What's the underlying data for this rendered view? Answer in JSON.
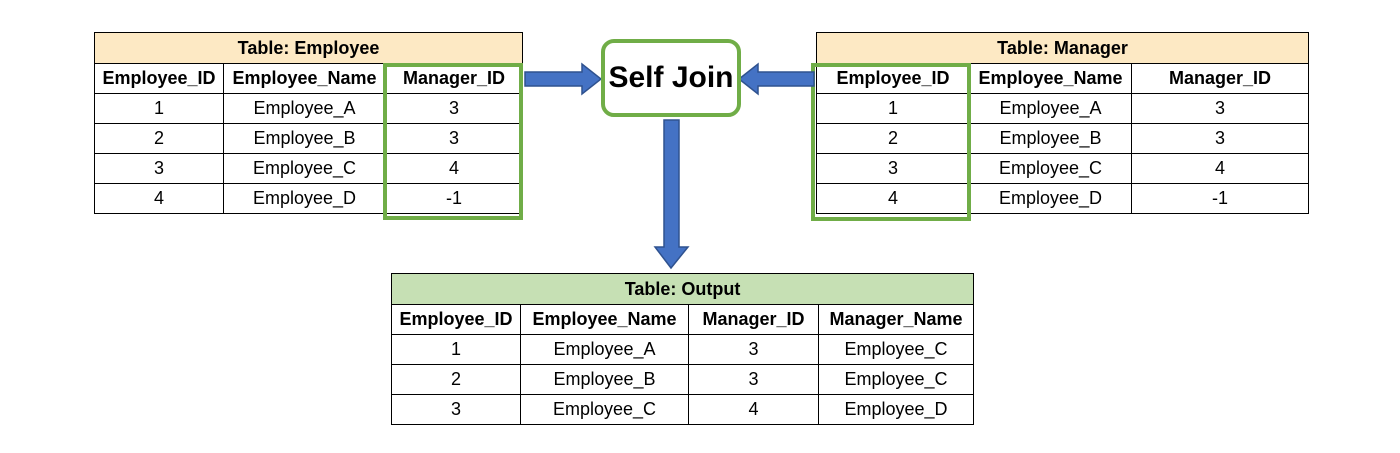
{
  "employee_table": {
    "title": "Table: Employee",
    "headers": [
      "Employee_ID",
      "Employee_Name",
      "Manager_ID"
    ],
    "rows": [
      [
        "1",
        "Employee_A",
        "3"
      ],
      [
        "2",
        "Employee_B",
        "3"
      ],
      [
        "3",
        "Employee_C",
        "4"
      ],
      [
        "4",
        "Employee_D",
        "-1"
      ]
    ]
  },
  "manager_table": {
    "title": "Table: Manager",
    "headers": [
      "Employee_ID",
      "Employee_Name",
      "Manager_ID"
    ],
    "rows": [
      [
        "1",
        "Employee_A",
        "3"
      ],
      [
        "2",
        "Employee_B",
        "3"
      ],
      [
        "3",
        "Employee_C",
        "4"
      ],
      [
        "4",
        "Employee_D",
        "-1"
      ]
    ]
  },
  "join": {
    "label": "Self Join"
  },
  "output_table": {
    "title": "Table: Output",
    "headers": [
      "Employee_ID",
      "Employee_Name",
      "Manager_ID",
      "Manager_Name"
    ],
    "rows": [
      [
        "1",
        "Employee_A",
        "3",
        "Employee_C"
      ],
      [
        "2",
        "Employee_B",
        "3",
        "Employee_C"
      ],
      [
        "3",
        "Employee_C",
        "4",
        "Employee_D"
      ]
    ]
  },
  "colors": {
    "highlight": "#70ad47",
    "arrow": "#4472c4",
    "title_yellow": "#fde9c4",
    "title_green": "#c6e0b4"
  }
}
